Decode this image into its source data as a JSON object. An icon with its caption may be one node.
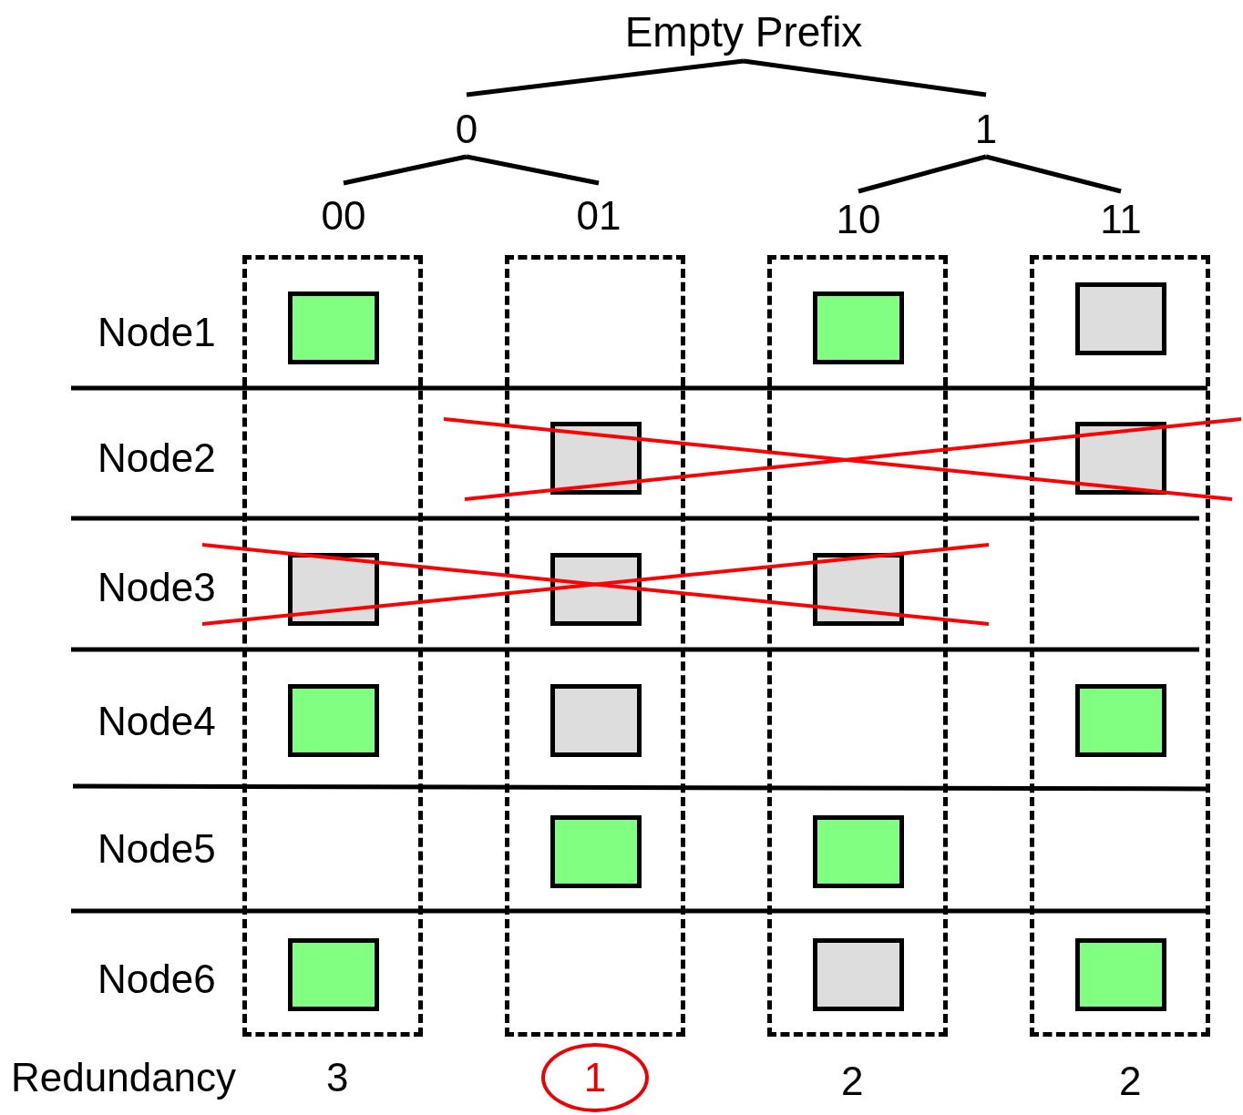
{
  "diagram": {
    "nodes": [
      {
        "text": [
          "Empty Prefix"
        ]
      },
      {
        "text": [
          "0"
        ]
      },
      {
        "text": [
          "1"
        ]
      },
      {
        "text": [
          "00"
        ]
      },
      {
        "text": [
          "01"
        ]
      },
      {
        "text": [
          "10"
        ]
      },
      {
        "text": [
          "11"
        ]
      },
      {
        "text": [],
        "shape": "box"
      },
      {
        "text": [],
        "shape": "box"
      },
      {
        "text": [],
        "shape": "box"
      },
      {
        "text": [],
        "shape": "box"
      },
      {
        "text": [],
        "shape": "box",
        "in": 7
      },
      {
        "text": [],
        "shape": "box",
        "in": 7
      },
      {
        "text": [],
        "shape": "box",
        "in": 7
      },
      {
        "text": [],
        "shape": "box",
        "in": 7
      },
      {
        "text": [],
        "shape": "box",
        "in": 8
      },
      {
        "text": [],
        "shape": "box",
        "in": 8
      },
      {
        "text": [],
        "shape": "box",
        "in": 8
      },
      {
        "text": [],
        "shape": "box",
        "in": 8
      },
      {
        "text": [],
        "shape": "box",
        "in": 9
      },
      {
        "text": [],
        "shape": "box",
        "in": 9
      },
      {
        "text": [],
        "shape": "box",
        "in": 9
      },
      {
        "text": [],
        "shape": "box",
        "in": 9
      },
      {
        "text": [],
        "shape": "box",
        "in": 10
      },
      {
        "text": [],
        "shape": "box",
        "in": 10
      },
      {
        "text": [],
        "shape": "box",
        "in": 10
      },
      {
        "text": [],
        "shape": "box",
        "in": 10
      },
      {
        "text": [
          "1"
        ]
      }
    ],
    "edges": [
      {
        "from": 0,
        "to": 1,
        "arrow": "none"
      },
      {
        "from": 0,
        "to": 2,
        "arrow": "none"
      },
      {
        "from": 1,
        "to": 3,
        "arrow": "none"
      },
      {
        "from": 1,
        "to": 4,
        "arrow": "none"
      },
      {
        "from": 2,
        "to": 5,
        "arrow": "none"
      },
      {
        "from": 2,
        "to": 6,
        "arrow": "none"
      }
    ],
    "labels": [
      "Node1",
      "Node2",
      "Node3",
      "Node4",
      "Node5",
      "Node6",
      "Redundancy",
      "3",
      "2",
      "2"
    ]
  }
}
